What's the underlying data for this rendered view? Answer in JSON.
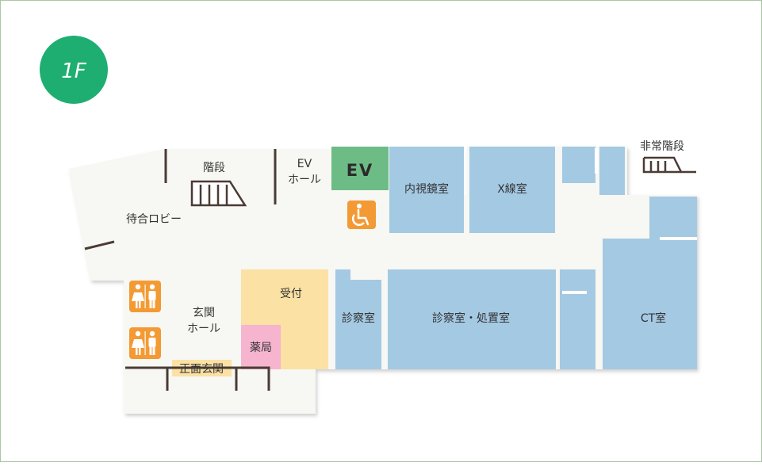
{
  "floor_label": "1F",
  "colors": {
    "floor_badge": "#1eae71",
    "corridor": "#f7f7f3",
    "clinical_room": "#a4c9e3",
    "elevator": "#6dbc86",
    "reception": "#fbe1a4",
    "pharmacy": "#f6b4cf",
    "accessibility_tile": "#f39a34",
    "outline": "#a9c7a3"
  },
  "rooms": {
    "stairs": "階段",
    "ev_hall_line1": "EV",
    "ev_hall_line2": "ホール",
    "elevator": "EV",
    "endoscopy": "内視鏡室",
    "xray": "X線室",
    "emergency_stairs": "非常階段",
    "waiting_lobby": "待合ロビー",
    "reception": "受付",
    "consult_room": "診察室",
    "consult_treatment": "診察室・処置室",
    "ct_room": "CT室",
    "entrance_hall_line1": "玄関",
    "entrance_hall_line2": "ホール",
    "pharmacy": "薬局",
    "main_entrance": "正面玄関"
  },
  "icons": [
    "wheelchair-icon",
    "restroom-icon",
    "restroom-icon"
  ]
}
